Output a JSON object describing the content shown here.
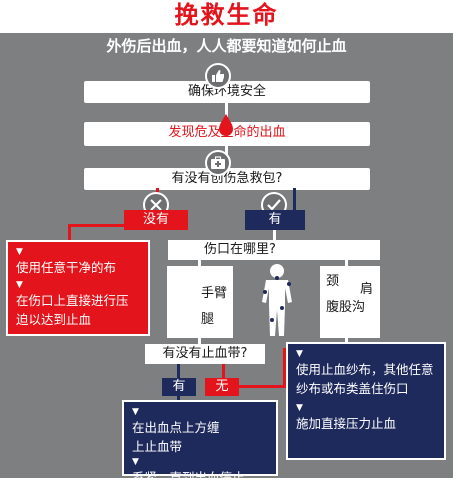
{
  "title": "挽救生命",
  "subtitle": "外伤后出血，人人都要知道如何止血",
  "steps": {
    "step1": "确保环境安全",
    "step2": "发现危及生命的出血",
    "step3": "有没有创伤急救包?"
  },
  "no_kit": {
    "label": "没有",
    "items": [
      "使用任意干净的布",
      "在伤口上直接进行压迫以达到止血"
    ]
  },
  "has_kit": {
    "label": "有",
    "question": "伤口在哪里?",
    "limb_labels": [
      "手臂",
      "腿"
    ],
    "junction_labels": [
      "颈",
      "肩",
      "腹股沟"
    ]
  },
  "tourniquet": {
    "question": "有没有止血带?",
    "yes_label": "有",
    "no_label": "无",
    "yes_items": [
      "在出血点上方缠上止血带",
      "系紧，直到出血停止"
    ],
    "no_items": [
      "使用止血纱布，其他任意纱布或布类盖住伤口",
      "施加直接压力止血"
    ]
  },
  "icons": {
    "step1": "thumbs-up-icon",
    "step2": "blood-drop-icon",
    "step3": "first-aid-kit-icon",
    "no": "cross-icon",
    "yes": "checkmark-icon",
    "body": "human-body-icon"
  },
  "colors": {
    "red": "#e3141b",
    "navy": "#1f2a5c",
    "gray": "#7d7f80"
  }
}
